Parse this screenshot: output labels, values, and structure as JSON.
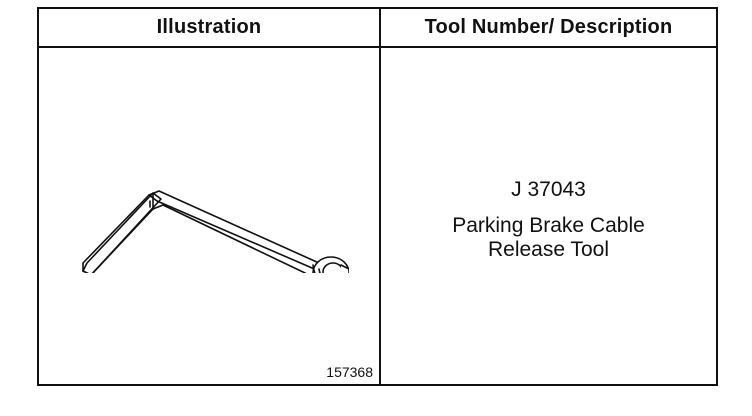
{
  "table": {
    "headers": {
      "illustration": "Illustration",
      "description": "Tool Number/ Description"
    },
    "row": {
      "illustration_icon": "parking-brake-cable-release-tool-drawing",
      "figure_number": "157368",
      "tool_number": "J 37043",
      "tool_description": "Parking Brake Cable\nRelease Tool"
    }
  },
  "colors": {
    "line": "#111111",
    "background": "#ffffff"
  }
}
